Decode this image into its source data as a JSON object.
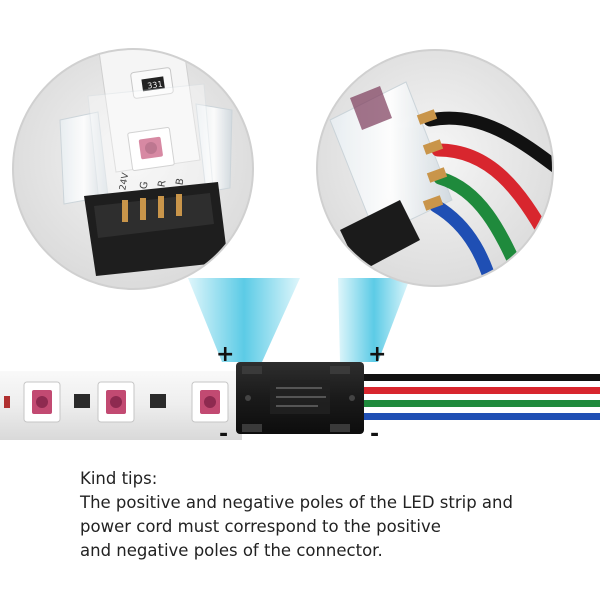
{
  "image": {
    "description_free": true,
    "markings": {
      "plus_left": "+",
      "plus_right": "+",
      "minus_left": "-",
      "minus_right": "-",
      "pin_labels": [
        "24V",
        "G",
        "R",
        "B"
      ],
      "resistor_code": "331"
    },
    "colors": {
      "strip": "#f2f2f2",
      "connector": "#1a1a1a",
      "wire_black": "#111111",
      "wire_red": "#d8262e",
      "wire_green": "#1f8a3c",
      "wire_blue": "#1f4fb4",
      "cone_light": "#bfeaf4",
      "cone_dark": "#2bb6d8"
    }
  },
  "tips": {
    "heading": "Kind tips:",
    "line1": "The positive and negative poles of the LED strip and",
    "line2": "power cord must correspond to the positive",
    "line3": "and negative poles of the connector."
  }
}
